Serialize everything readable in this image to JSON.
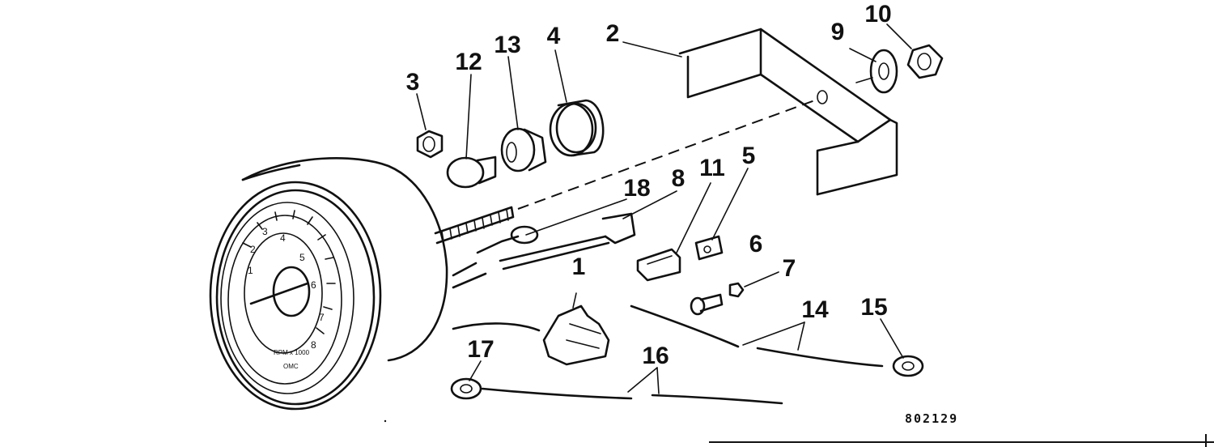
{
  "diagram": {
    "drawing_number": "802129",
    "callouts": [
      {
        "id": "label-1",
        "text": "1"
      },
      {
        "id": "label-2",
        "text": "2"
      },
      {
        "id": "label-3",
        "text": "3"
      },
      {
        "id": "label-4",
        "text": "4"
      },
      {
        "id": "label-5",
        "text": "5"
      },
      {
        "id": "label-6",
        "text": "6"
      },
      {
        "id": "label-7",
        "text": "7"
      },
      {
        "id": "label-8",
        "text": "8"
      },
      {
        "id": "label-9",
        "text": "9"
      },
      {
        "id": "label-10",
        "text": "10"
      },
      {
        "id": "label-11",
        "text": "11"
      },
      {
        "id": "label-12",
        "text": "12"
      },
      {
        "id": "label-13",
        "text": "13"
      },
      {
        "id": "label-14",
        "text": "14"
      },
      {
        "id": "label-15",
        "text": "15"
      },
      {
        "id": "label-16",
        "text": "16"
      },
      {
        "id": "label-17",
        "text": "17"
      },
      {
        "id": "label-18",
        "text": "18"
      }
    ],
    "dial": {
      "numerals": [
        "1",
        "2",
        "3",
        "4",
        "5",
        "6",
        "7",
        "8"
      ],
      "scale_text": "RPM x 1000",
      "brand_text": "OMC"
    }
  }
}
